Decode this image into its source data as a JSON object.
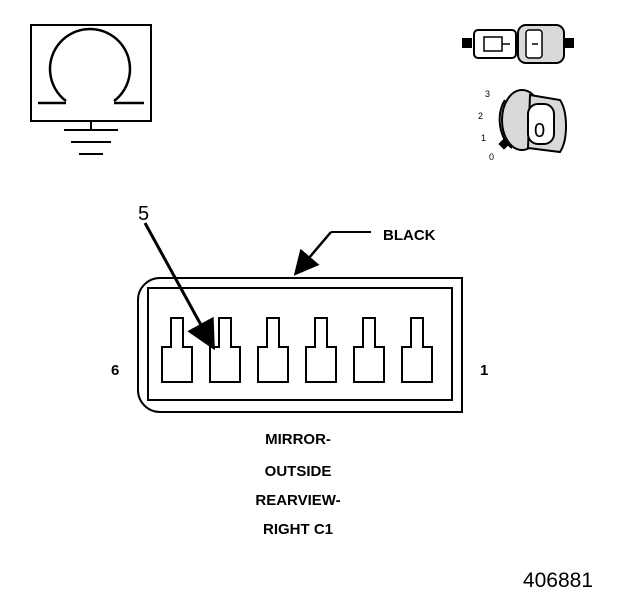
{
  "connector": {
    "color_label": "BLACK",
    "pin_left_label": "6",
    "pin_right_label": "1",
    "callout_pin": "5",
    "pin_count": 6
  },
  "caption": {
    "line1": "MIRROR-",
    "line2": "OUTSIDE",
    "line3": "REARVIEW-",
    "line4": "RIGHT C1"
  },
  "ignition_positions": [
    "3",
    "2",
    "1",
    "0"
  ],
  "key_label": "0",
  "figure_number": "406881",
  "colors": {
    "ink": "#000000",
    "paper": "#ffffff",
    "shade": "#d9d9d9"
  }
}
